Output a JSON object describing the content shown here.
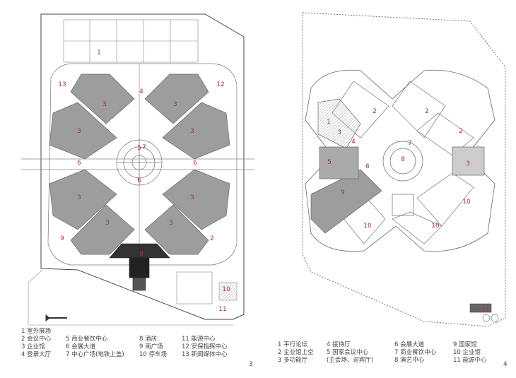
{
  "left_plan": {
    "zone_labels": [
      "1",
      "2",
      "3",
      "4",
      "5",
      "6",
      "6",
      "6",
      "7",
      "8",
      "9",
      "10",
      "11",
      "12",
      "13"
    ],
    "legend": {
      "col1": [
        "1 室外展场",
        "2 会议中心",
        "3 企业馆",
        "4 登录大厅"
      ],
      "col2": [
        "5 商业餐饮中心",
        "6 会展大道",
        "7 中心广场(地铁上盖)"
      ],
      "col3": [
        "8 酒店",
        "9 南广场",
        "10 停车场"
      ],
      "col4": [
        "11 能源中心",
        "12 安保指挥中心",
        "13 新闻媒体中心"
      ]
    },
    "page_number": "3"
  },
  "right_plan": {
    "zone_labels": [
      "1",
      "2",
      "3",
      "4",
      "5",
      "6",
      "7",
      "8",
      "9",
      "10",
      "11"
    ],
    "legend": {
      "col1": [
        "1 平行论坛",
        "2 企业馆上空",
        "3 多功能厅"
      ],
      "col2": [
        "4 接待厅",
        "5 国家会议中心",
        "  (主会场、迎宾厅)"
      ],
      "col3": [
        "6 会展大道",
        "7 商业餐饮中心",
        "8 演艺中心"
      ],
      "col4": [
        "9 国家馆",
        "10 企业馆",
        "11 能源中心"
      ]
    },
    "page_number": "4"
  }
}
